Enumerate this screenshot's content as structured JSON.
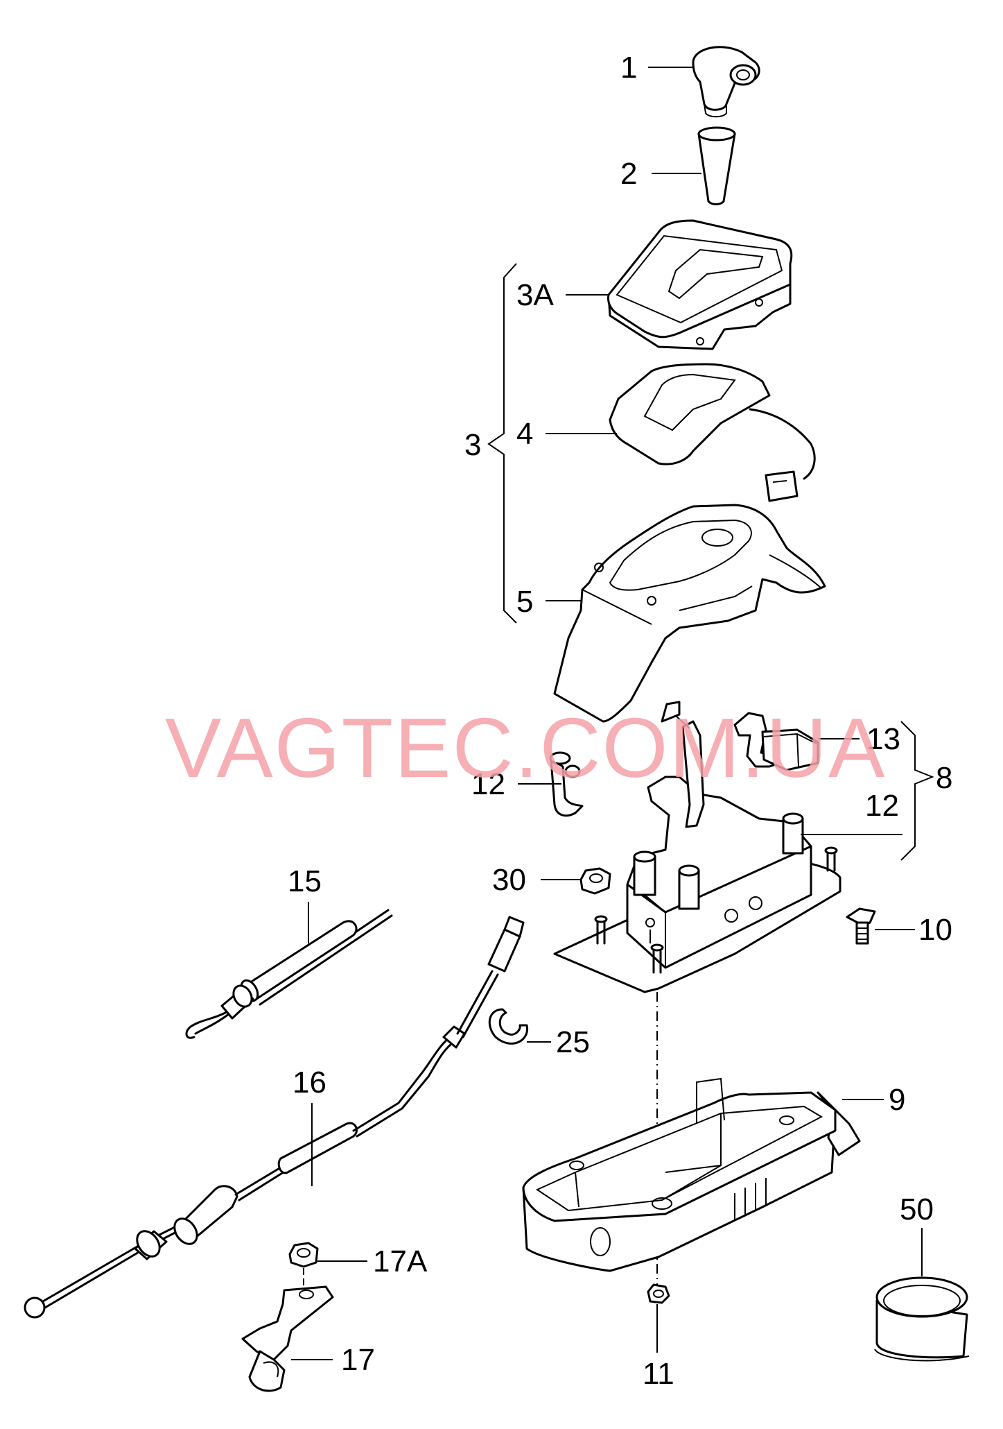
{
  "watermark": "VAGTEC.COM.UA",
  "labels": {
    "p1": "1",
    "p2": "2",
    "p3a": "3A",
    "p3": "3",
    "p4": "4",
    "p5": "5",
    "p13": "13",
    "p8": "8",
    "p12a": "12",
    "p12b": "12",
    "p30": "30",
    "p10": "10",
    "p15": "15",
    "p25": "25",
    "p16": "16",
    "p9": "9",
    "p50": "50",
    "p17a": "17A",
    "p17": "17",
    "p11": "11"
  },
  "colors": {
    "line": "#000000",
    "watermark": "#f5a2a8",
    "background": "#ffffff"
  }
}
